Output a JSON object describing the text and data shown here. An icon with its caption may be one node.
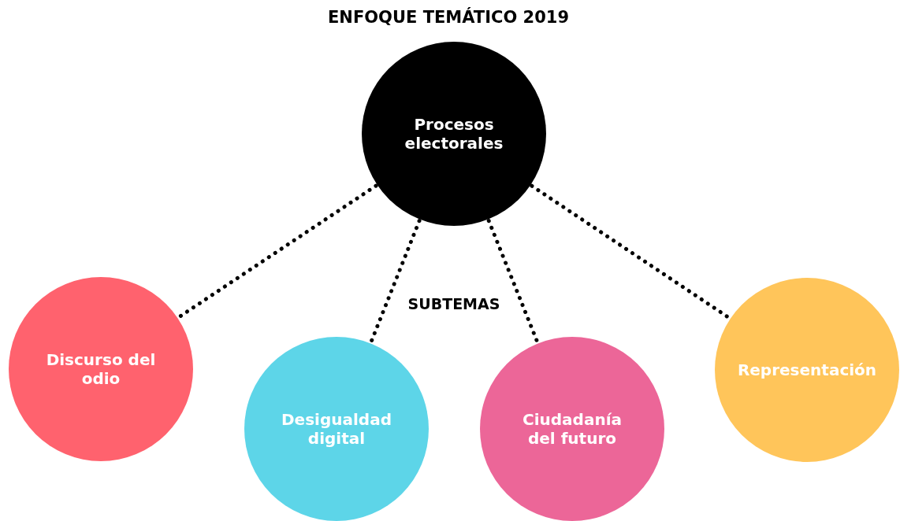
{
  "diagram": {
    "title": "ENFOQUE TEMÁTICO 2019",
    "nodes": [
      {
        "text": [
          "Procesos electorales"
        ]
      },
      {
        "text": [
          "Discurso del odio"
        ]
      },
      {
        "text": [
          "Desigualdad digital"
        ]
      },
      {
        "text": [
          "Ciudadanía del futuro"
        ]
      },
      {
        "text": [
          "Representación"
        ]
      }
    ],
    "edges": [
      {
        "from": 0,
        "to": 1,
        "arrow": "none"
      },
      {
        "from": 0,
        "to": 2,
        "arrow": "none"
      },
      {
        "from": 0,
        "to": 3,
        "arrow": "none"
      },
      {
        "from": 0,
        "to": 4,
        "arrow": "none"
      }
    ],
    "labels": [
      "SUBTEMAS"
    ]
  }
}
